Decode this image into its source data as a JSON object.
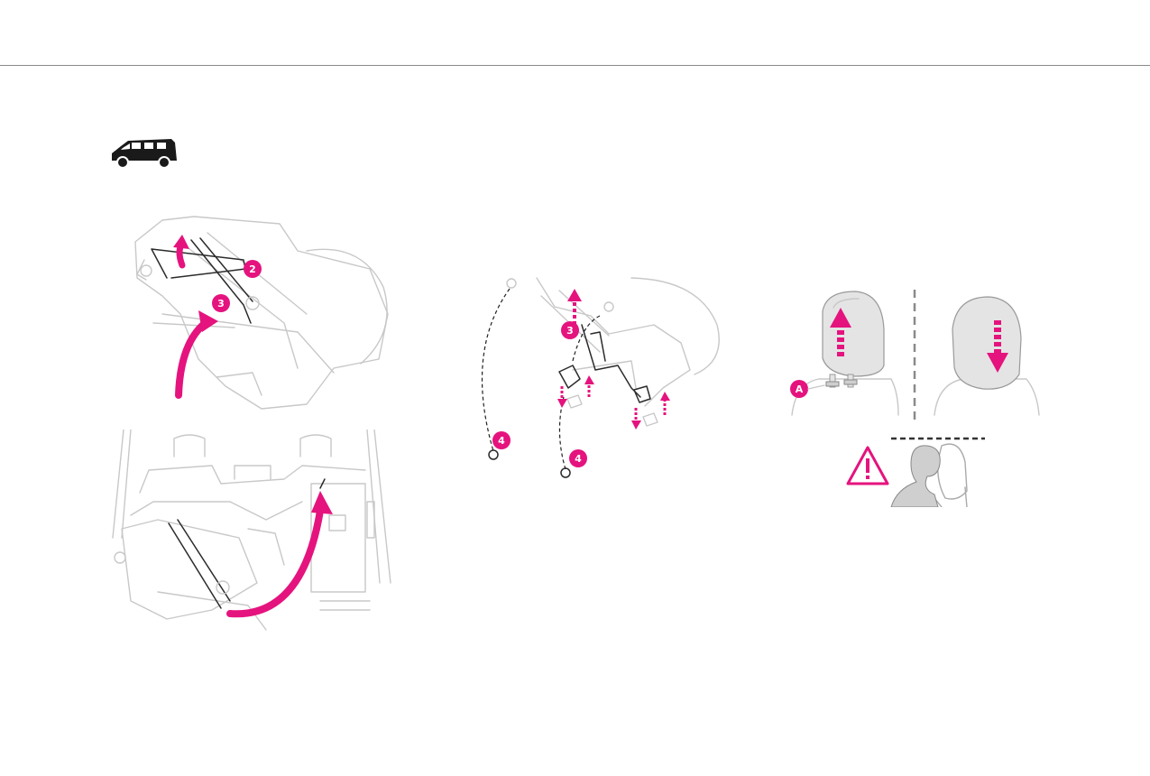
{
  "colors": {
    "accent": "#e5137e",
    "rule": "#8a8a8a",
    "line_art": "#c8c8c8",
    "ink": "#2b2b2b"
  },
  "icons": {
    "vehicle": "van-icon",
    "warning": "warning-triangle-icon"
  },
  "figure_top_left": {
    "callouts": [
      "2",
      "3"
    ]
  },
  "figure_middle": {
    "callouts": [
      "3",
      "4",
      "4"
    ]
  },
  "figure_right": {
    "callouts": [
      "A"
    ]
  }
}
